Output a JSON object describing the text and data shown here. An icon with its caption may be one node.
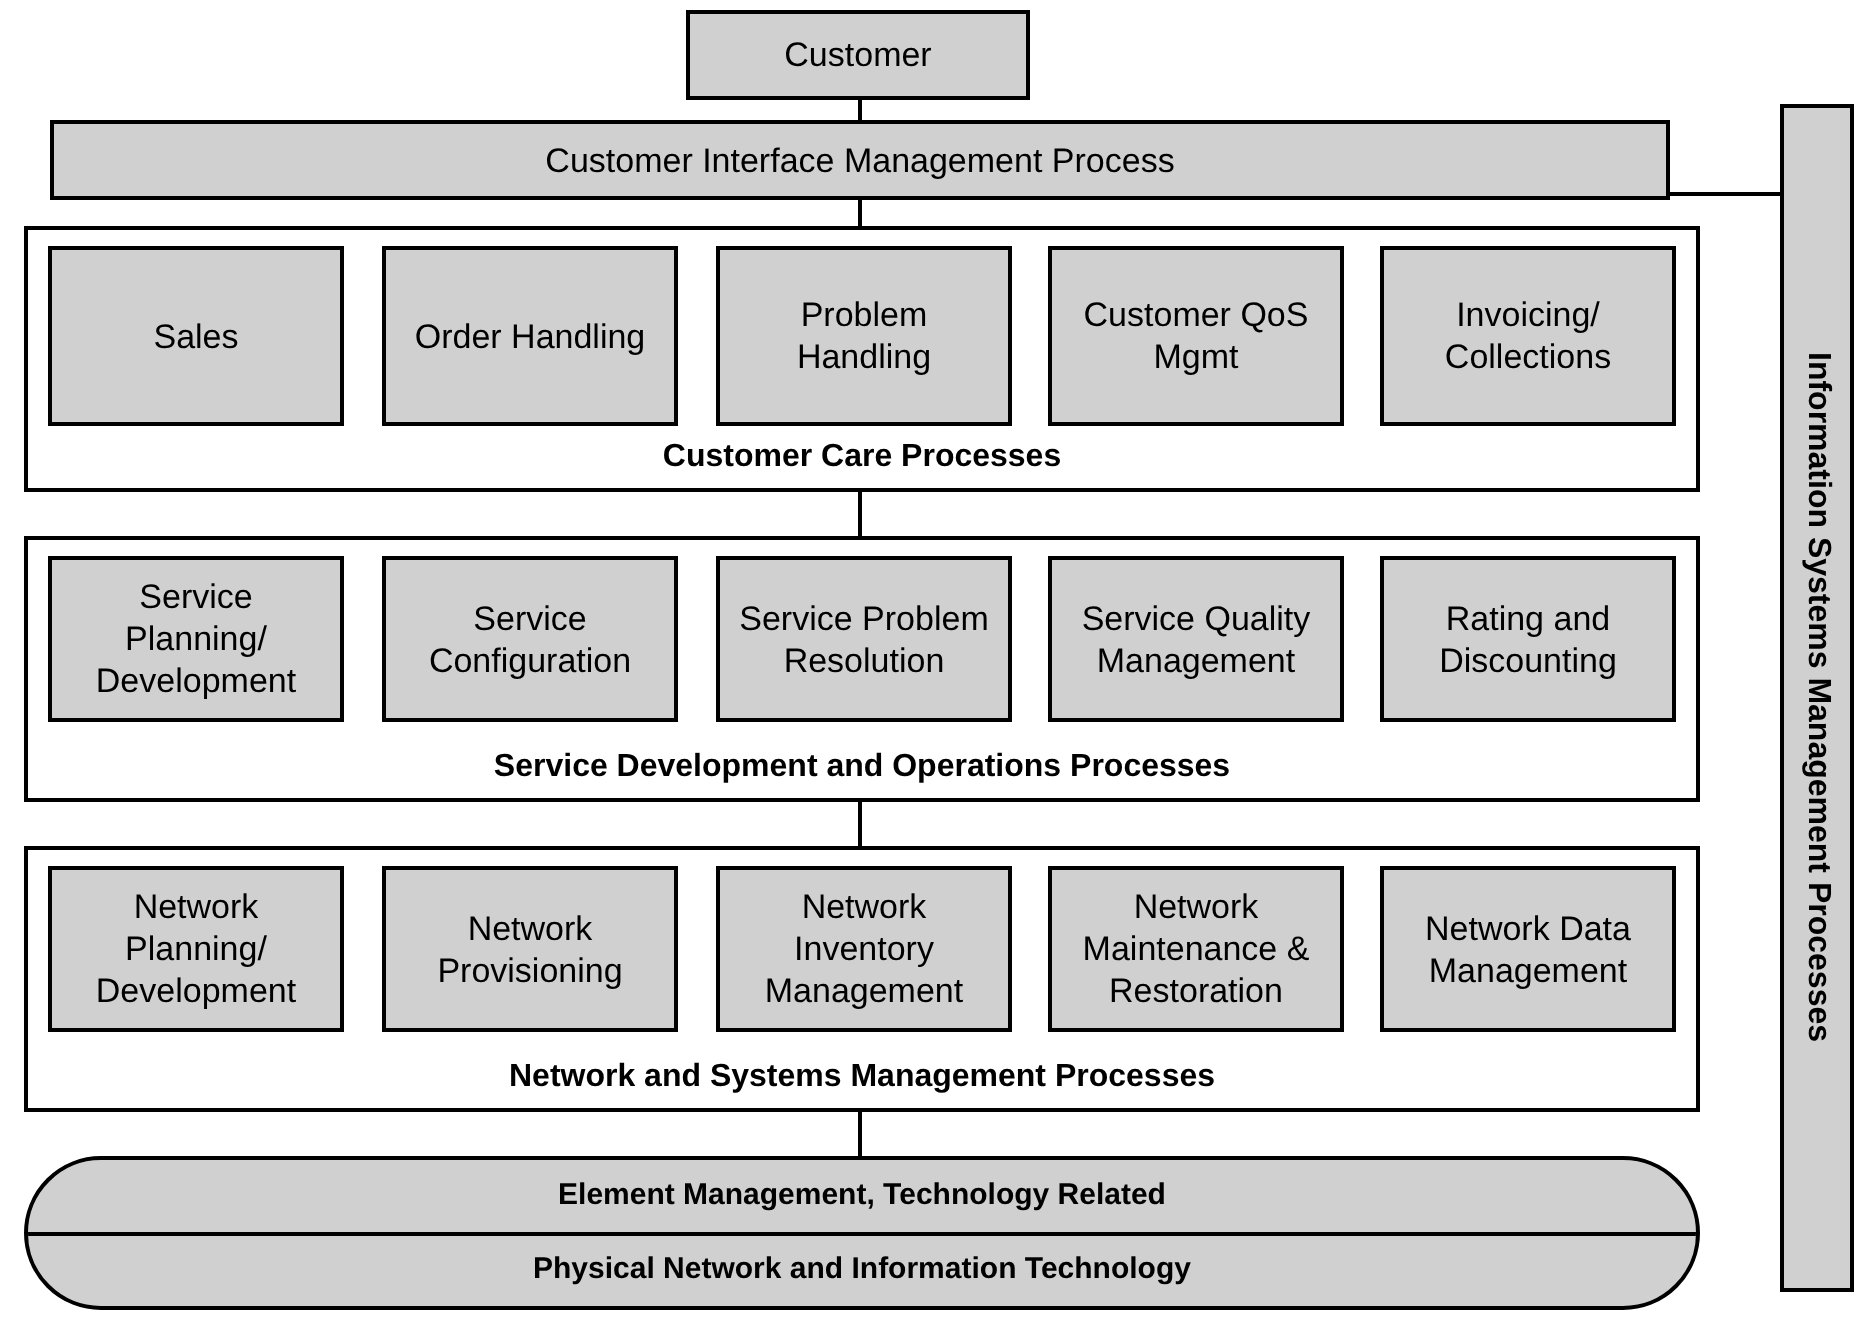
{
  "diagram": {
    "nodes": [
      {
        "text": [
          "Customer"
        ]
      },
      {
        "text": [
          "Customer Interface Management Process"
        ]
      },
      {
        "text": [
          "Information Systems Management Processes"
        ]
      },
      {
        "text": [
          "Customer Care Processes"
        ]
      },
      {
        "text": [
          "Sales"
        ],
        "in": 3
      },
      {
        "text": [
          "Order Handling"
        ],
        "in": 3
      },
      {
        "text": [
          "Problem Handling"
        ],
        "in": 3
      },
      {
        "text": [
          "Customer QoS Mgmt"
        ],
        "in": 3
      },
      {
        "text": [
          "Invoicing/ Collections"
        ],
        "in": 3
      },
      {
        "text": [
          "Service Development and Operations Processes"
        ]
      },
      {
        "text": [
          "Service Planning/ Development"
        ],
        "in": 9
      },
      {
        "text": [
          "Service Configuration"
        ],
        "in": 9
      },
      {
        "text": [
          "Service Problem Resolution"
        ],
        "in": 9
      },
      {
        "text": [
          "Service Quality Management"
        ],
        "in": 9
      },
      {
        "text": [
          "Rating and Discounting"
        ],
        "in": 9
      },
      {
        "text": [
          "Network and Systems Management Processes"
        ]
      },
      {
        "text": [
          "Network Planning/ Development"
        ],
        "in": 15
      },
      {
        "text": [
          "Network Provisioning"
        ],
        "in": 15
      },
      {
        "text": [
          "Network Inventory Management"
        ],
        "in": 15
      },
      {
        "text": [
          "Network Maintenance & Restoration"
        ],
        "in": 15
      },
      {
        "text": [
          "Network Data Management"
        ],
        "in": 15
      },
      {
        "text": [
          "Element Management, Technology Related",
          "Physical Network and Information Technology"
        ]
      }
    ],
    "edges": [
      {
        "from": 0,
        "to": 1,
        "arrow": "none"
      },
      {
        "from": 1,
        "to": 2,
        "arrow": "none"
      },
      {
        "from": 1,
        "to": 3,
        "arrow": "none"
      },
      {
        "from": 3,
        "to": 9,
        "arrow": "none"
      },
      {
        "from": 9,
        "to": 15,
        "arrow": "none"
      },
      {
        "from": 15,
        "to": 21,
        "arrow": "none"
      }
    ]
  }
}
